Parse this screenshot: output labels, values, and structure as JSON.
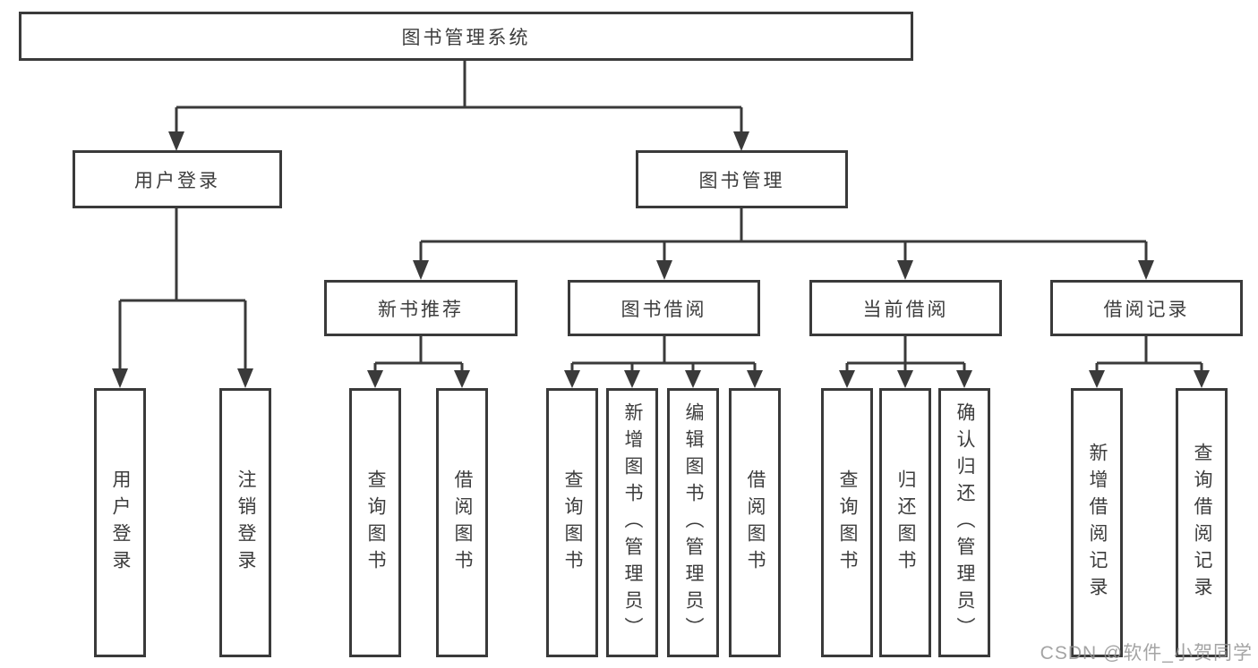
{
  "diagram": {
    "title_node": {
      "label": "图书管理系统"
    },
    "level2": [
      {
        "id": "user-login",
        "label": "用户登录"
      },
      {
        "id": "book-management",
        "label": "图书管理"
      }
    ],
    "level3": [
      {
        "id": "new-book-recommend",
        "parent": "图书管理",
        "label": "新书推荐"
      },
      {
        "id": "book-borrow",
        "parent": "图书管理",
        "label": "图书借阅"
      },
      {
        "id": "current-borrow",
        "parent": "图书管理",
        "label": "当前借阅"
      },
      {
        "id": "borrow-records",
        "parent": "图书管理",
        "label": "借阅记录"
      }
    ],
    "leaves": [
      {
        "parent": "用户登录",
        "label": "用户登录"
      },
      {
        "parent": "用户登录",
        "label": "注销登录"
      },
      {
        "parent": "新书推荐",
        "label": "查询图书"
      },
      {
        "parent": "新书推荐",
        "label": "借阅图书"
      },
      {
        "parent": "图书借阅",
        "label": "查询图书"
      },
      {
        "parent": "图书借阅",
        "label": "新增图书（管理员）"
      },
      {
        "parent": "图书借阅",
        "label": "编辑图书（管理员）"
      },
      {
        "parent": "图书借阅",
        "label": "借阅图书"
      },
      {
        "parent": "当前借阅",
        "label": "查询图书"
      },
      {
        "parent": "当前借阅",
        "label": "归还图书"
      },
      {
        "parent": "当前借阅",
        "label": "确认归还（管理员）"
      },
      {
        "parent": "借阅记录",
        "label": "新增借阅记录"
      },
      {
        "parent": "借阅记录",
        "label": "查询借阅记录"
      }
    ],
    "watermark": "CSDN @软件_小贺同学",
    "colors": {
      "line": "#3a3a3a",
      "text": "#3d3d3d",
      "box_background": "#ffffff",
      "watermark": "#949494",
      "background": "#ffffff"
    }
  }
}
